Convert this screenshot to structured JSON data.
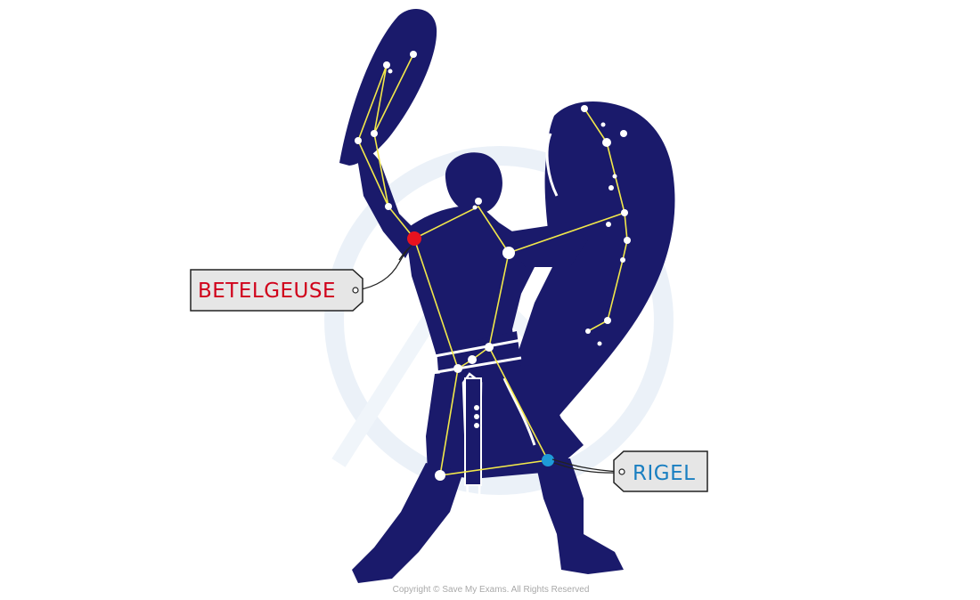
{
  "labels": {
    "betelgeuse": {
      "text": "BETELGEUSE",
      "color": "#d0021b",
      "star_color": "#e8121f"
    },
    "rigel": {
      "text": "RIGEL",
      "color": "#1a7fc1",
      "star_color": "#1e9bd7"
    }
  },
  "copyright": "Copyright © Save My Exams. All Rights Reserved",
  "colors": {
    "silhouette": "#1a1a6b",
    "constellation_lines": "#f2e84a",
    "stars": "#ffffff",
    "tag_fill": "#e6e6e6",
    "tag_border": "#222222",
    "watermark": "#dce7f3"
  }
}
